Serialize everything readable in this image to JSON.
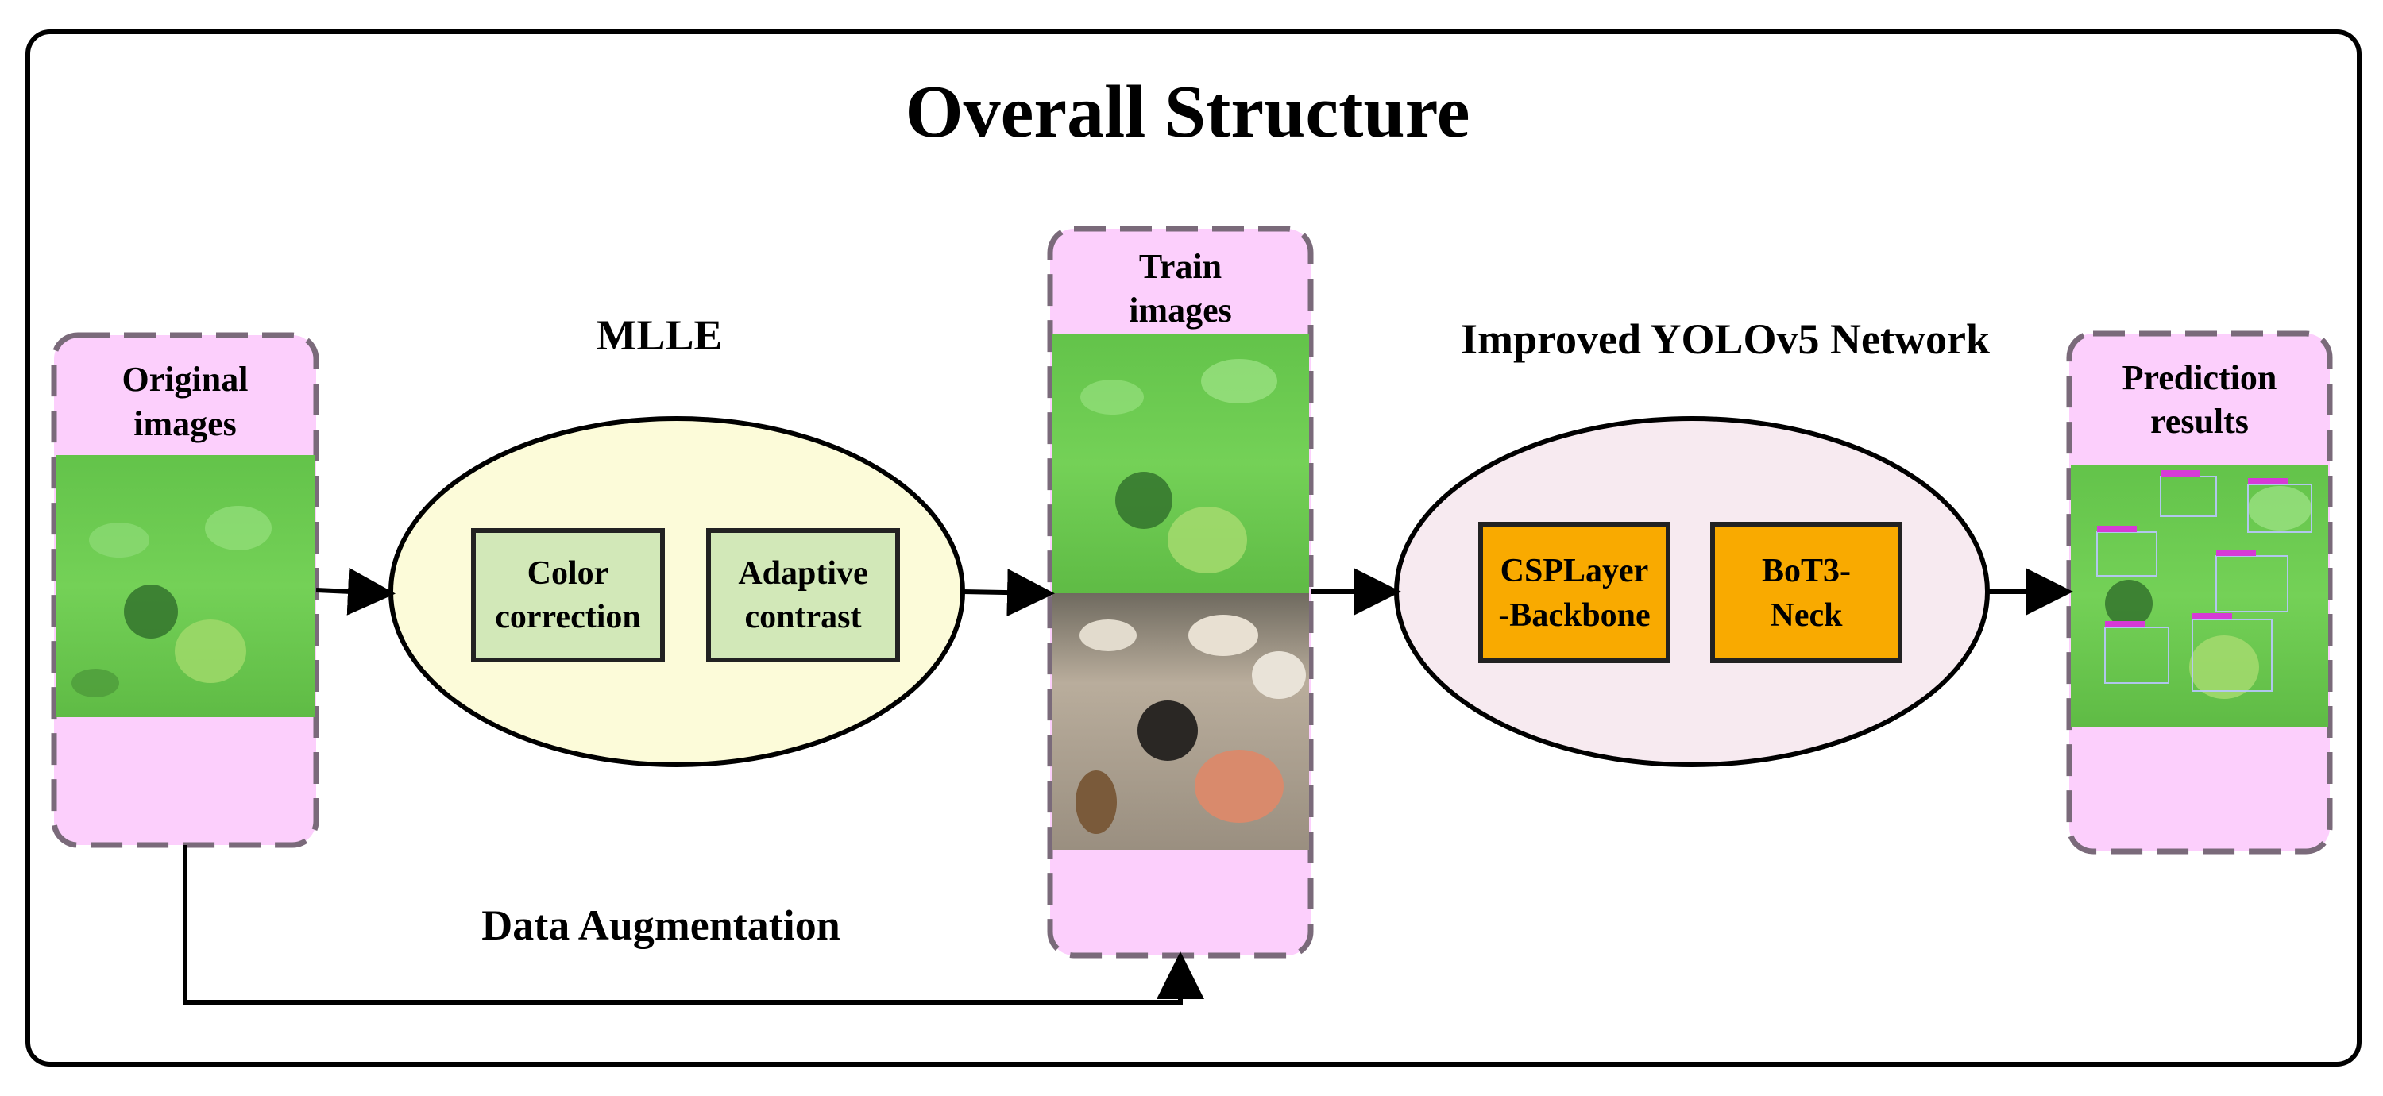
{
  "title": "Overall Structure",
  "stages": {
    "original": {
      "label_line1": "Original",
      "label_line2": "images"
    },
    "train": {
      "label_line1": "Train",
      "label_line2": "images"
    },
    "prediction": {
      "label_line1": "Prediction",
      "label_line2": "results"
    }
  },
  "mlle": {
    "title": "MLLE",
    "modules": [
      {
        "line1": "Color",
        "line2": "correction"
      },
      {
        "line1": "Adaptive",
        "line2": "contrast"
      }
    ]
  },
  "yolo": {
    "title": "Improved YOLOv5 Network",
    "modules": [
      {
        "line1": "CSPLayer",
        "line2": "-Backbone"
      },
      {
        "line1": "BoT3-",
        "line2": "Neck"
      }
    ]
  },
  "augmentation_label": "Data Augmentation",
  "colors": {
    "stage_fill": "#fccffc",
    "stage_border": "#7a6a7a",
    "mlle_fill": "#fcfbd9",
    "mlle_module_fill": "#d2e8b8",
    "yolo_fill": "#f7eaf0",
    "yolo_module_fill": "#f9aa00",
    "underwater_green": "#6ccc4e",
    "arrow": "#000000"
  },
  "icons": [
    "underwater-enhanced-image",
    "underwater-raw-image",
    "detection-result-image"
  ]
}
